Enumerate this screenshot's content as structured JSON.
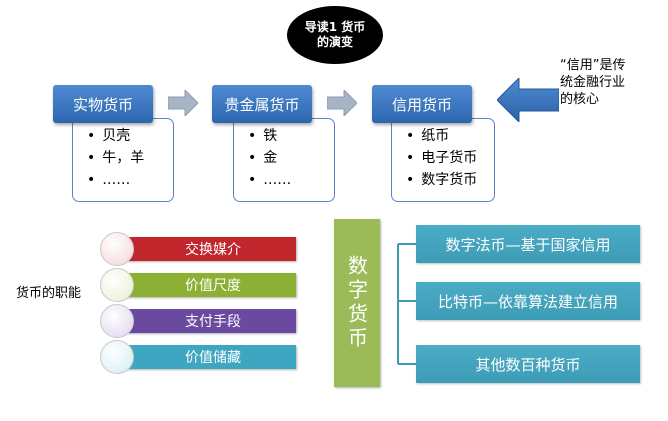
{
  "title": "导读1 货币的演变",
  "evolution": [
    {
      "header": "实物货币",
      "items": [
        "贝壳",
        "牛，羊",
        "……"
      ]
    },
    {
      "header": "贵金属货币",
      "items": [
        "铁",
        "金",
        "……"
      ]
    },
    {
      "header": "信用货币",
      "items": [
        "纸币",
        "电子货币",
        "数字货币"
      ]
    }
  ],
  "credit_note": "“信用”是传统金融行业的核心",
  "functions": {
    "label": "货币的职能",
    "items": [
      {
        "name": "交换媒介",
        "color": "#c0262c",
        "circle": "#f4d3d3"
      },
      {
        "name": "价值尺度",
        "color": "#8cb033",
        "circle": "#e6efce"
      },
      {
        "name": "支付手段",
        "color": "#6a4aa0",
        "circle": "#dcd3ec"
      },
      {
        "name": "价值储藏",
        "color": "#3fa6c2",
        "circle": "#d1ebf3"
      }
    ]
  },
  "digital": {
    "label": "数字货币",
    "items": [
      "数字法币—基于国家信用",
      "比特币—依靠算法建立信用",
      "其他数百种货币"
    ]
  }
}
